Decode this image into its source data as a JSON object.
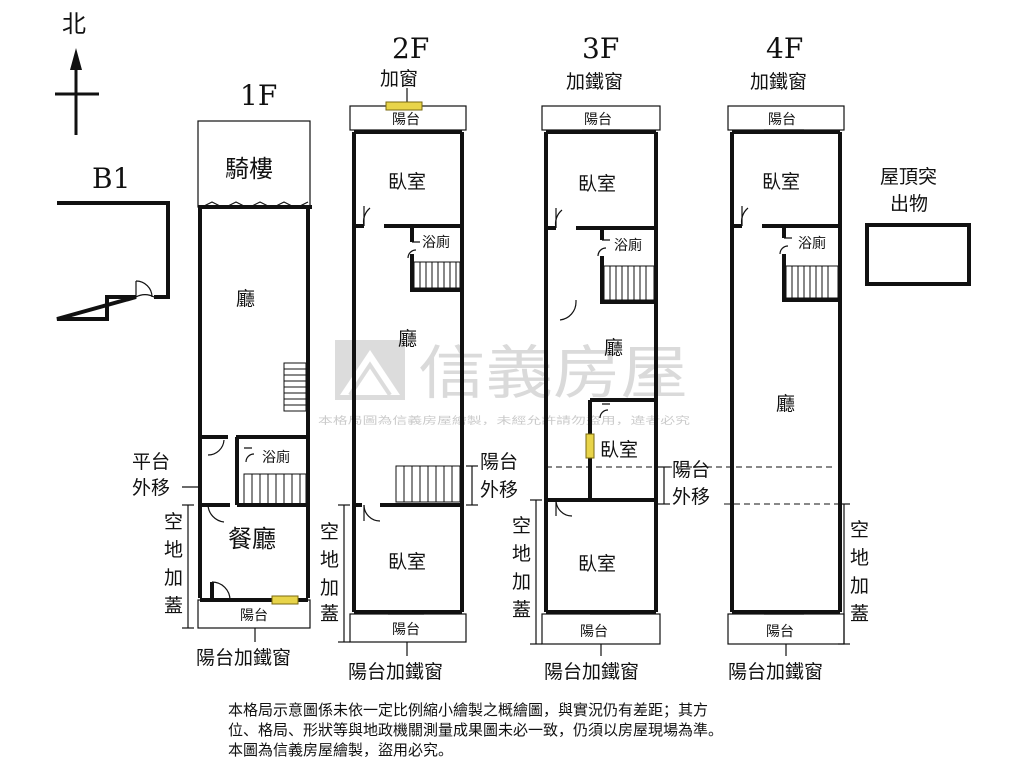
{
  "compass": {
    "north": "北"
  },
  "floors": {
    "b1": {
      "title": "B1"
    },
    "f1": {
      "title": "1F",
      "arcade": "騎樓",
      "hall": "廳",
      "bath": "浴廁",
      "dining": "餐廳",
      "balcony": "陽台",
      "platform_note_1": "平台",
      "platform_note_2": "外移",
      "side_note": [
        "空",
        "地",
        "加",
        "蓋"
      ],
      "bottom_note": "陽台加鐵窗"
    },
    "f2": {
      "title": "2F",
      "top_note": "加窗",
      "balcony_top": "陽台",
      "bedroom_1": "臥室",
      "bath": "浴廁",
      "hall": "廳",
      "bedroom_2": "臥室",
      "balcony_bottom": "陽台",
      "side_note": [
        "空",
        "地",
        "加",
        "蓋"
      ],
      "balcony_note_1": "陽台",
      "balcony_note_2": "外移",
      "bottom_note": "陽台加鐵窗"
    },
    "f3": {
      "title": "3F",
      "top_note": "加鐵窗",
      "balcony_top": "陽台",
      "bedroom_1": "臥室",
      "bath": "浴廁",
      "hall": "廳",
      "bedroom_2": "臥室",
      "bedroom_3": "臥室",
      "balcony_bottom": "陽台",
      "side_note": [
        "空",
        "地",
        "加",
        "蓋"
      ],
      "balcony_note_1": "陽台",
      "balcony_note_2": "外移",
      "bottom_note": "陽台加鐵窗"
    },
    "f4": {
      "title": "4F",
      "top_note": "加鐵窗",
      "balcony_top": "陽台",
      "bedroom_1": "臥室",
      "bath": "浴廁",
      "hall": "廳",
      "balcony_bottom": "陽台",
      "side_note": [
        "空",
        "地",
        "加",
        "蓋"
      ],
      "bottom_note": "陽台加鐵窗"
    },
    "roof": {
      "label_1": "屋頂突",
      "label_2": "出物"
    }
  },
  "watermark": {
    "brand": "信義房屋",
    "notice": "本格局圖為信義房屋繪製，未經允許請勿盜用，違者必究"
  },
  "notes": [
    "本格局示意圖係未依一定比例縮小繪製之概繪圖，與實況仍有差距；其方",
    "位、格局、形狀等與地政機關測量成果圖未必一致，仍須以房屋現場為準。",
    "本圖為信義房屋繪製，盜用必究。"
  ],
  "colors": {
    "wall": "#111111",
    "window_marker": "#e8d44a",
    "watermark": "#d6d6d6"
  }
}
